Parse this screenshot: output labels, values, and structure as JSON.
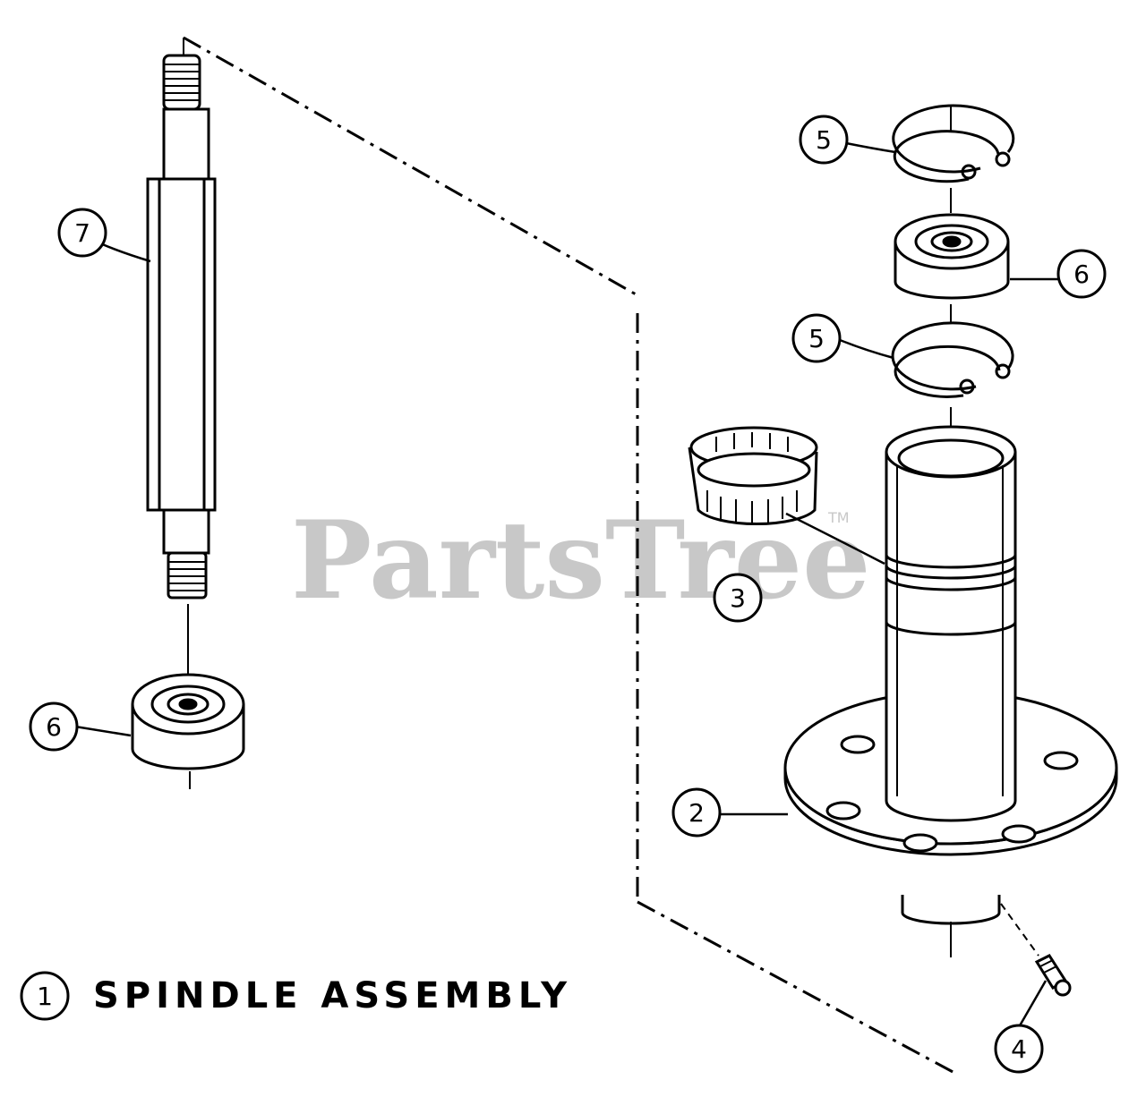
{
  "diagram": {
    "title": "SPINDLE ASSEMBLY",
    "title_callout": "1",
    "watermark": "PartsTree",
    "trademark": "TM",
    "callouts": [
      {
        "id": "callout-7",
        "label": "7"
      },
      {
        "id": "callout-6-left",
        "label": "6"
      },
      {
        "id": "callout-5-top",
        "label": "5"
      },
      {
        "id": "callout-6-right",
        "label": "6"
      },
      {
        "id": "callout-5-mid",
        "label": "5"
      },
      {
        "id": "callout-3",
        "label": "3"
      },
      {
        "id": "callout-2",
        "label": "2"
      },
      {
        "id": "callout-4",
        "label": "4"
      }
    ]
  }
}
